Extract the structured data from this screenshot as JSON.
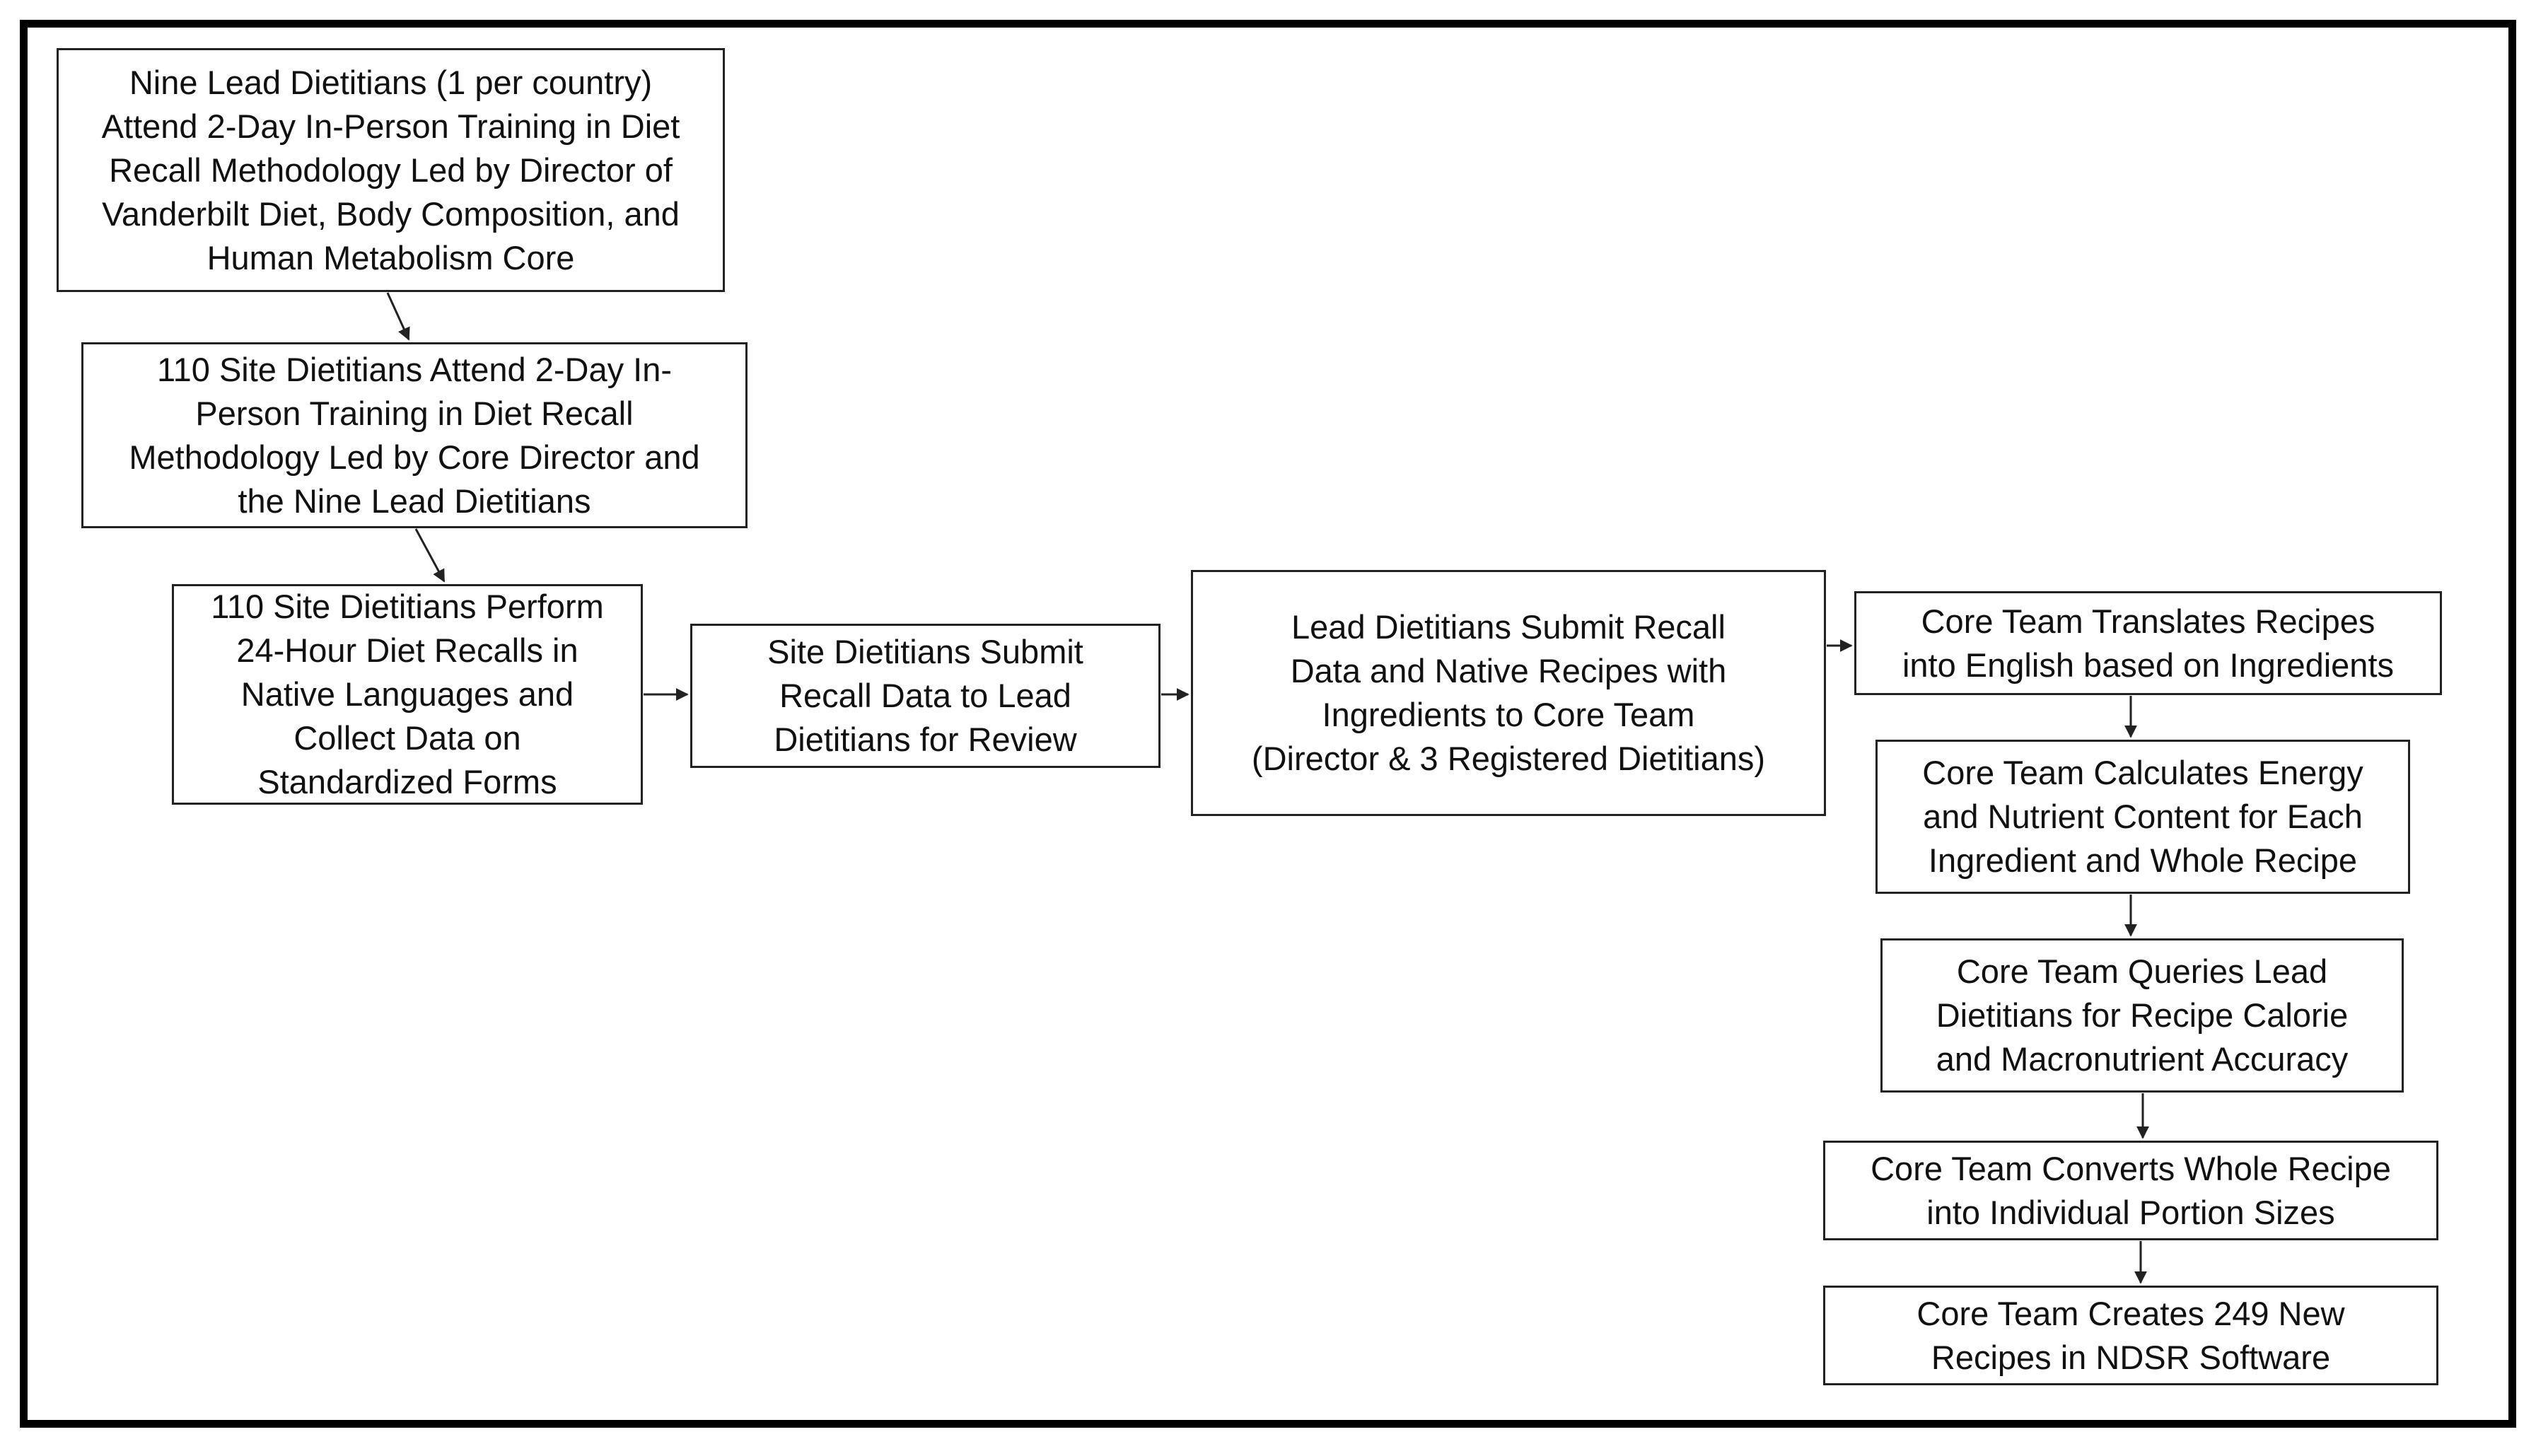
{
  "diagram": {
    "type": "flowchart",
    "boxes": [
      {
        "id": "b1",
        "text": "Nine Lead Dietitians (1 per country)\nAttend 2-Day In-Person Training in Diet\nRecall Methodology Led by Director of\nVanderbilt Diet, Body Composition, and\nHuman Metabolism Core"
      },
      {
        "id": "b2",
        "text": "110 Site Dietitians Attend 2-Day In-\nPerson Training in Diet Recall\nMethodology Led by Core Director and\nthe Nine Lead Dietitians"
      },
      {
        "id": "b3",
        "text": "110 Site Dietitians Perform\n24-Hour Diet Recalls in\nNative Languages and\nCollect Data on\nStandardized Forms"
      },
      {
        "id": "b4",
        "text": "Site Dietitians Submit\nRecall Data to Lead\nDietitians for Review"
      },
      {
        "id": "b5",
        "text": "Lead Dietitians Submit Recall\nData and Native Recipes with\nIngredients to Core Team\n(Director & 3 Registered Dietitians)"
      },
      {
        "id": "b6",
        "text": "Core Team Translates Recipes\ninto English based on Ingredients"
      },
      {
        "id": "b7",
        "text": "Core Team Calculates Energy\nand Nutrient Content for Each\nIngredient and Whole Recipe"
      },
      {
        "id": "b8",
        "text": "Core Team Queries Lead\nDietitians for Recipe Calorie\nand Macronutrient Accuracy"
      },
      {
        "id": "b9",
        "text": "Core Team Converts Whole Recipe\ninto Individual Portion Sizes"
      },
      {
        "id": "b10",
        "text": "Core Team Creates 249 New\nRecipes in NDSR Software"
      }
    ],
    "edges": [
      {
        "from": "b1",
        "to": "b2"
      },
      {
        "from": "b2",
        "to": "b3"
      },
      {
        "from": "b3",
        "to": "b4"
      },
      {
        "from": "b4",
        "to": "b5"
      },
      {
        "from": "b5",
        "to": "b6"
      },
      {
        "from": "b6",
        "to": "b7"
      },
      {
        "from": "b7",
        "to": "b8"
      },
      {
        "from": "b8",
        "to": "b9"
      },
      {
        "from": "b9",
        "to": "b10"
      }
    ]
  }
}
